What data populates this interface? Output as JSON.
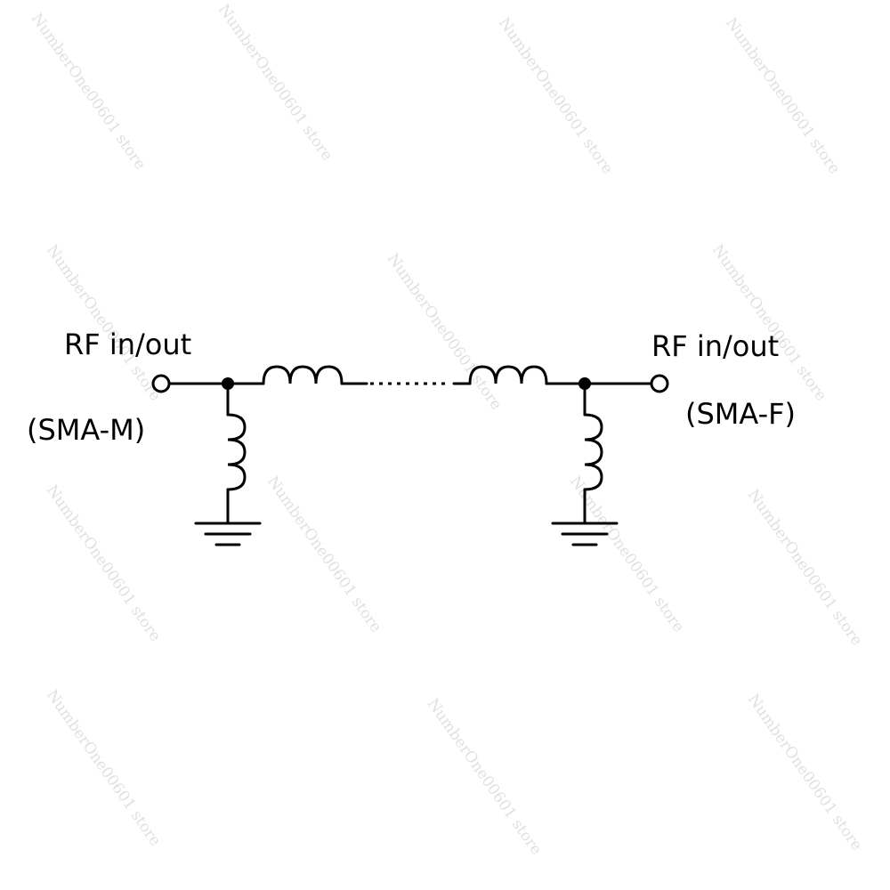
{
  "diagram": {
    "left_port": {
      "name": "RF in/out",
      "connector": "(SMA-M)"
    },
    "right_port": {
      "name": "RF in/out",
      "connector": "(SMA-F)"
    }
  },
  "watermark": "NumberOne00601 store",
  "colors": {
    "ink": "#000000",
    "background": "#ffffff",
    "watermark": "#c8c8c8"
  }
}
